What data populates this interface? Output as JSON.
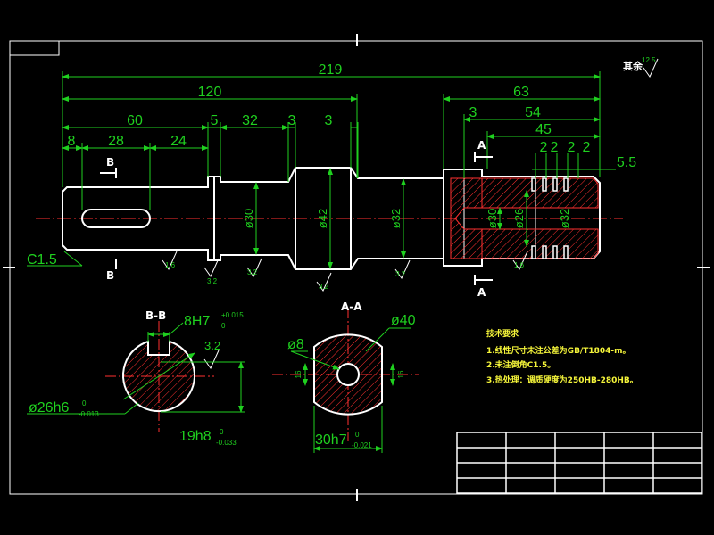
{
  "colors": {
    "background": "#000000",
    "outline": "#ffffff",
    "dimension": "#1fd01f",
    "centerline": "#ff3030",
    "hatch": "#ff3030",
    "notes": "#f5f53a"
  },
  "roughness": {
    "other_label": "其余",
    "other_value": "12.5",
    "values": [
      "1.6",
      "3.2",
      "3.2",
      "3.2",
      "3.2",
      "1.6"
    ],
    "keyway_value": "3.2"
  },
  "dims": {
    "overall": "219",
    "d120": "120",
    "d60": "60",
    "d8": "8",
    "d28": "28",
    "d24": "24",
    "d5": "5",
    "d32": "32",
    "d3a": "3",
    "d3b": "3",
    "d63": "63",
    "d3c": "3",
    "d54": "54",
    "d45": "45",
    "g2": [
      "2",
      "2",
      "2",
      "2"
    ],
    "d55": "5.5",
    "chamfer": "C1.5",
    "dia30": "ø30",
    "dia42": "ø42",
    "dia32": "ø32",
    "dia30b": "ø30",
    "dia26": "ø26",
    "dia32b": "ø32"
  },
  "sections": {
    "bb": {
      "label": "B-B",
      "keyway_width": "8H7",
      "keyway_tol_up": "+0.015",
      "keyway_tol_lo": "0",
      "diameter": "ø26h6",
      "dia_tol_up": "0",
      "dia_tol_lo": "-0.013",
      "depth": "19h8",
      "depth_tol_up": "0",
      "depth_tol_lo": "-0.033"
    },
    "aa": {
      "label": "A-A",
      "hole": "ø8",
      "outer": "ø40",
      "left_dim": "16",
      "right_dim": "16",
      "flats": "30h7",
      "flats_tol_up": "0",
      "flats_tol_lo": "-0.021"
    }
  },
  "cut_labels": {
    "b_top": "B",
    "b_bottom": "B",
    "a_top": "A",
    "a_bottom": "A"
  },
  "notes": {
    "title": "技术要求",
    "items": [
      "1.线性尺寸未注公差为GB/T1804-m。",
      "2.未注倒角C1.5。",
      "3.热处理：调质硬度为250HB-280HB。"
    ]
  }
}
